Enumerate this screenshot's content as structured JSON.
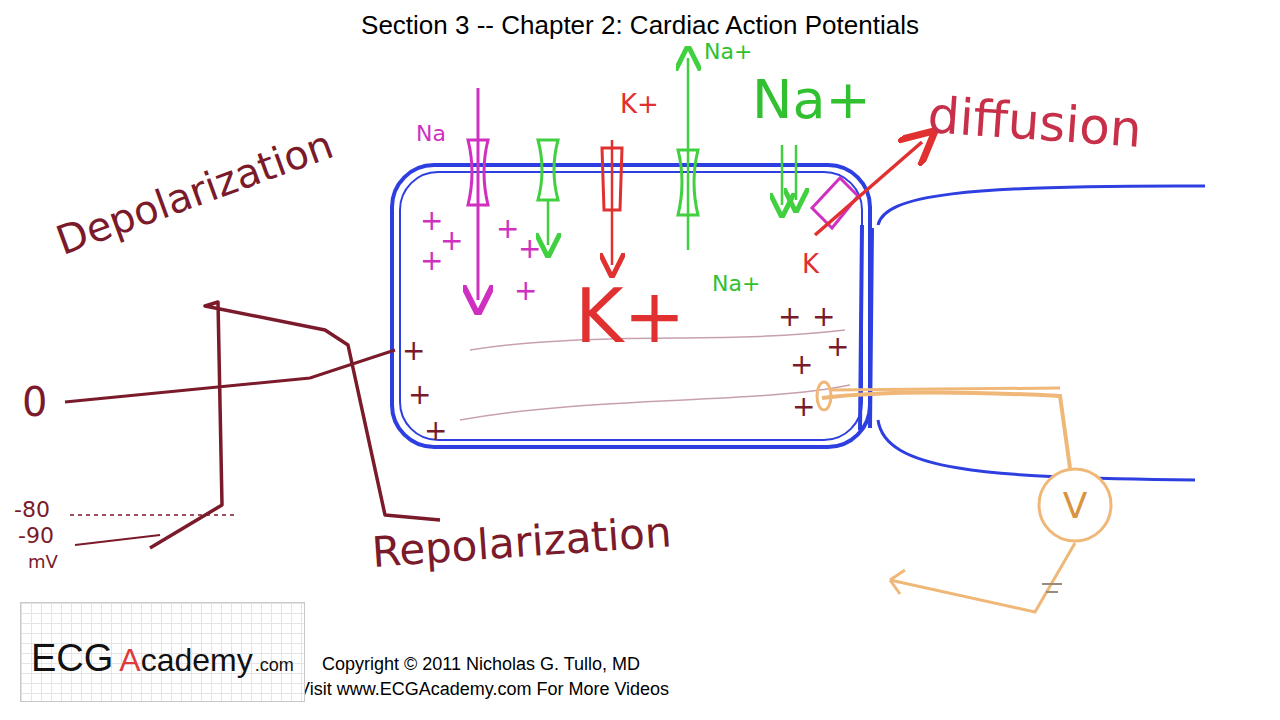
{
  "diagram": {
    "title": "Section 3 -- Chapter 2:  Cardiac Action Potentials",
    "nodes": [
      {
        "text": [
          "V"
        ]
      },
      {
        "text": [
          "ECG",
          "Academy",
          ".com"
        ]
      }
    ],
    "labels": [
      "Depolarization",
      "Repolarization",
      "diffusion",
      "0",
      "-80",
      "-90",
      "mV",
      "Na",
      "K+",
      "Na+",
      "Na+",
      "K+",
      "Na+",
      "K",
      "+",
      "+",
      "+",
      "+",
      "+",
      "+",
      "+",
      "+",
      "+",
      "+",
      "+",
      "+",
      "+",
      "+",
      "Copyright © 2011 Nicholas G. Tullo, MD",
      "Visit www.ECGAcademy.com For More Videos"
    ]
  }
}
